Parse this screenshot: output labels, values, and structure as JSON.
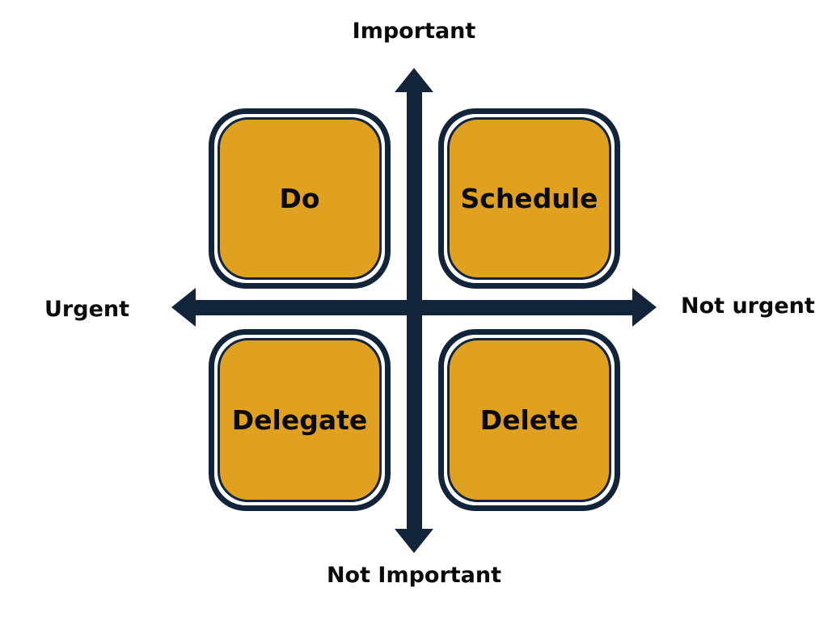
{
  "axes": {
    "top": "Important",
    "bottom": "Not Important",
    "left": "Urgent",
    "right": "Not urgent"
  },
  "quadrants": {
    "top_left": "Do",
    "top_right": "Schedule",
    "bottom_left": "Delegate",
    "bottom_right": "Delete"
  },
  "colors": {
    "axis": "#12243a",
    "quadrant_fill": "#e0a020",
    "quadrant_border": "#12243a",
    "text": "#0b0b0b",
    "background": "#ffffff"
  }
}
